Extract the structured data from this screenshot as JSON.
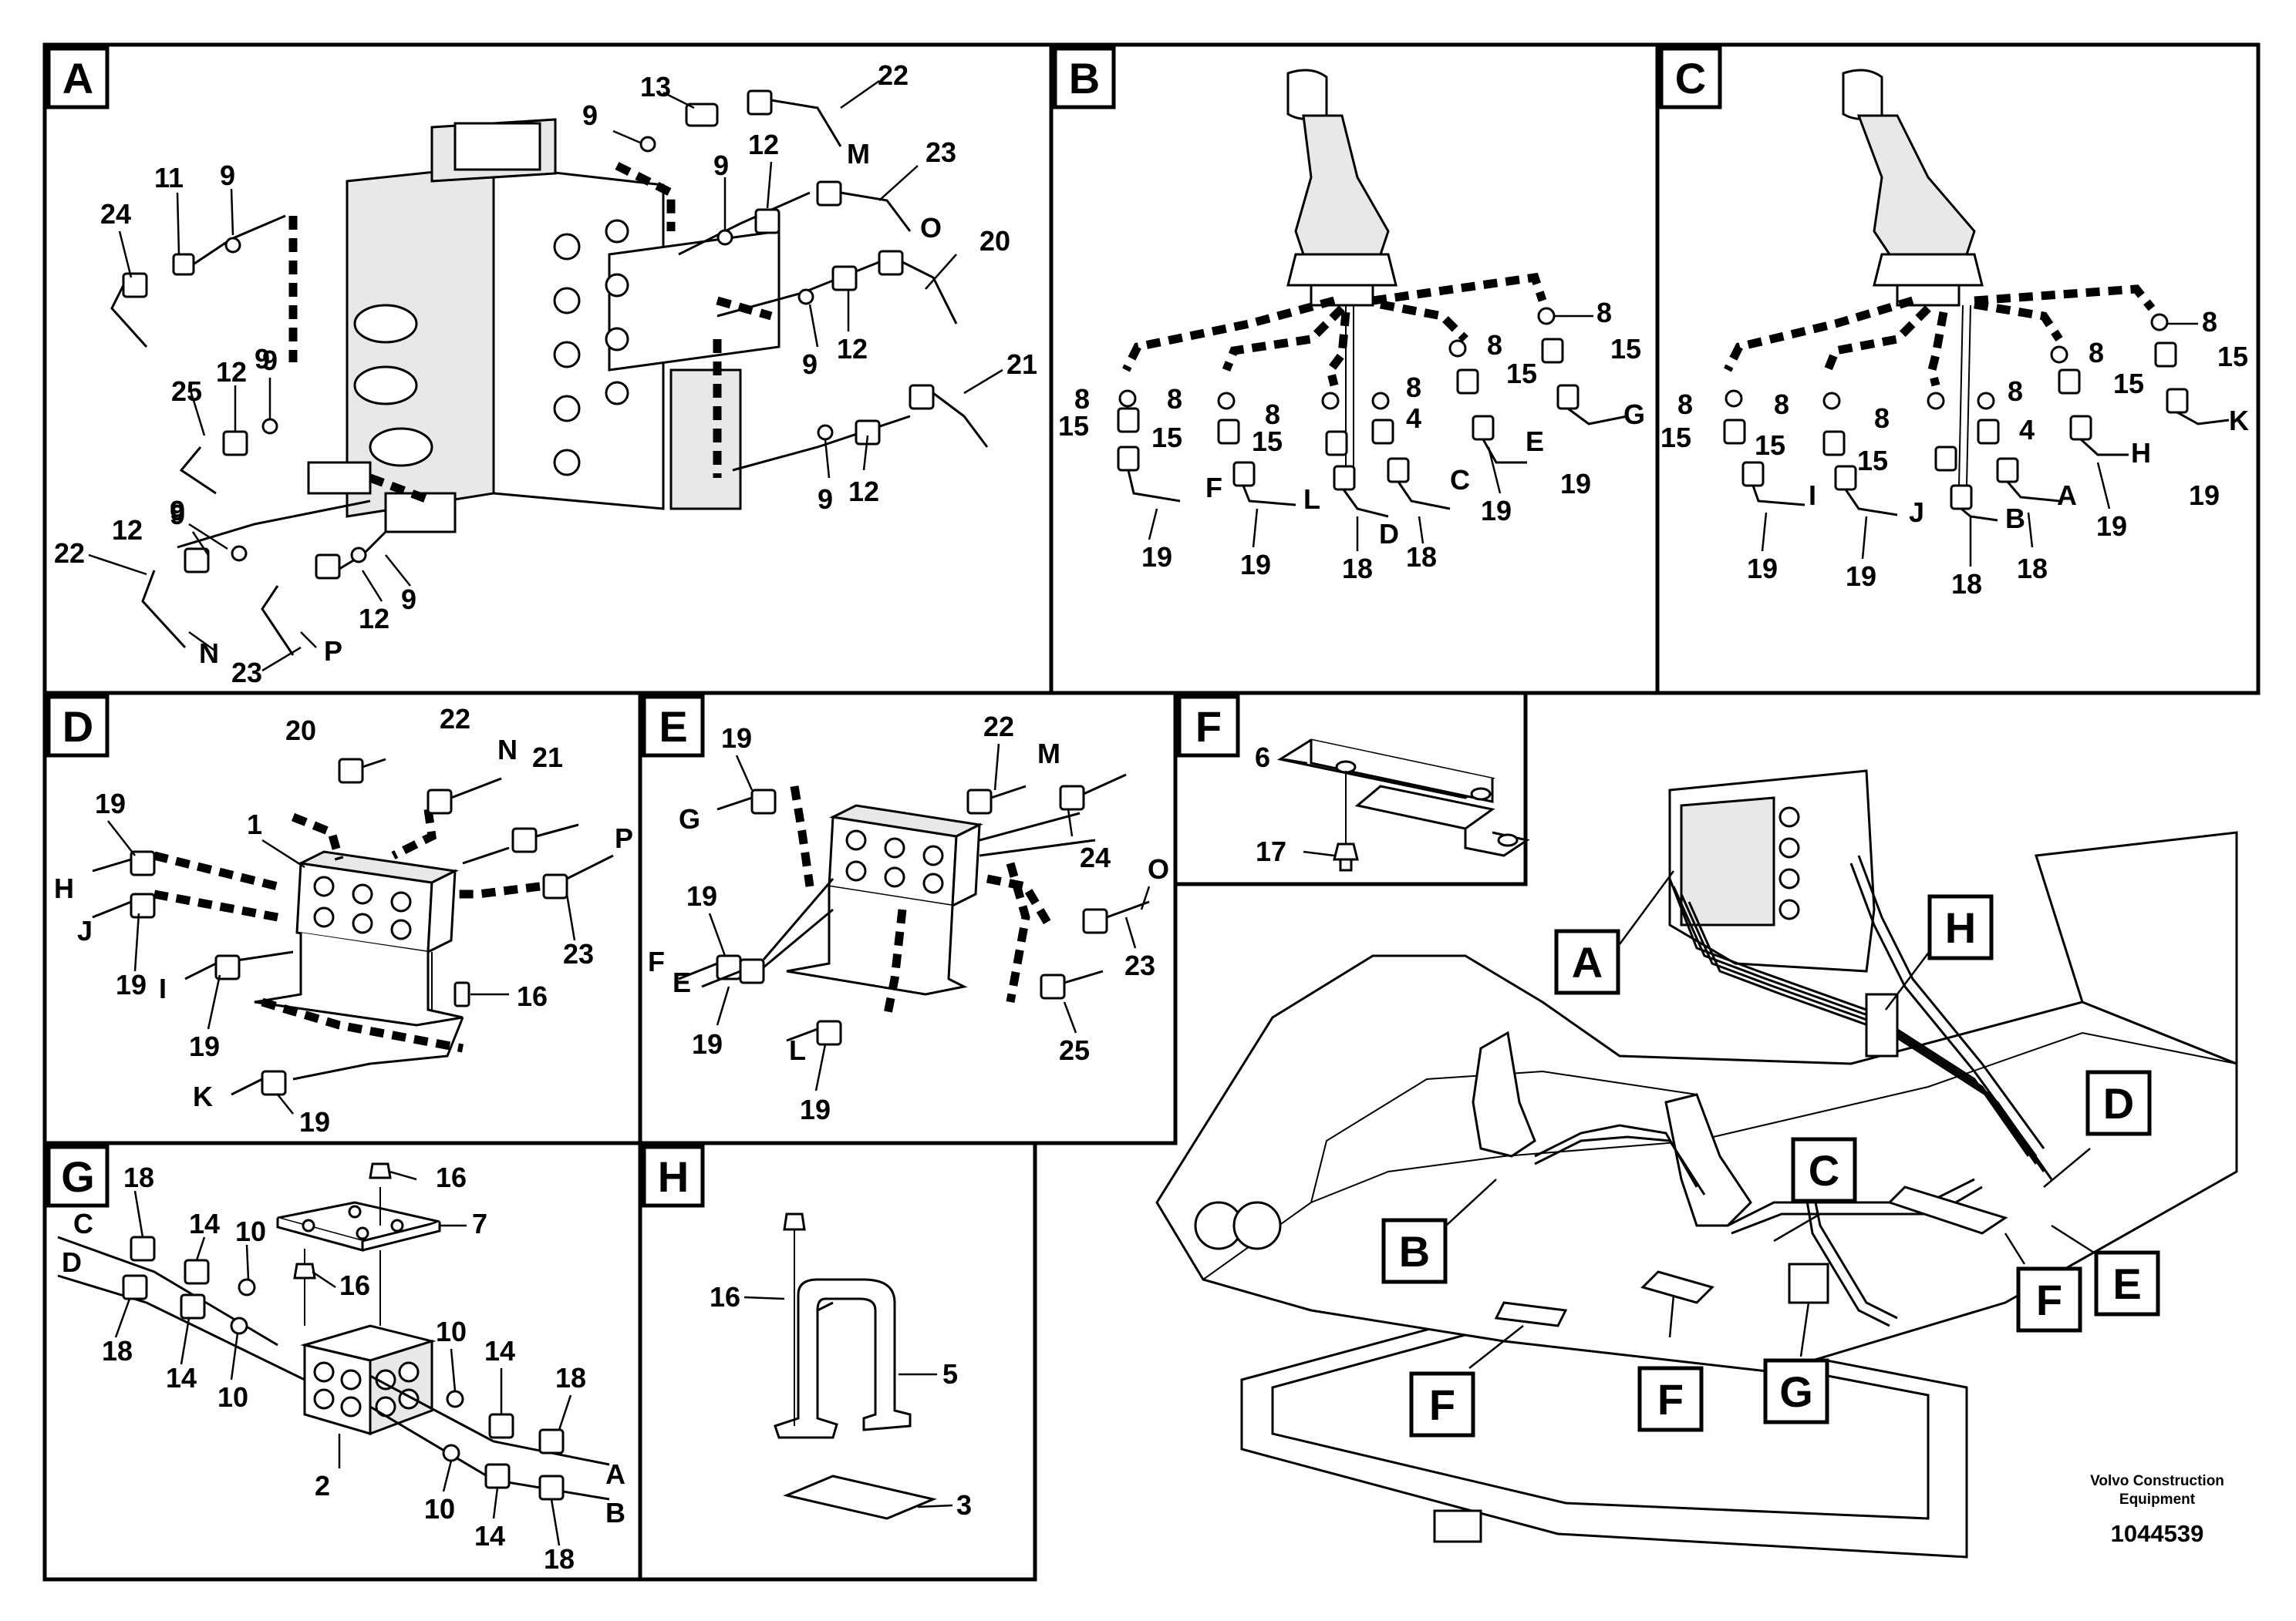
{
  "panels": {
    "A": {
      "tag": "A",
      "labels": [
        "13",
        "22",
        "9",
        "M",
        "23",
        "11",
        "9",
        "24",
        "9",
        "12",
        "O",
        "20",
        "9",
        "9",
        "12",
        "25",
        "12",
        "9",
        "21",
        "12",
        "9",
        "9",
        "12",
        "22",
        "9",
        "12",
        "N",
        "23",
        "P",
        "9"
      ]
    },
    "B": {
      "tag": "B",
      "labels": [
        "8",
        "8",
        "15",
        "8",
        "15",
        "8",
        "8",
        "8",
        "4",
        "15",
        "15",
        "15",
        "G",
        "F",
        "L",
        "C",
        "E",
        "19",
        "19",
        "19",
        "D",
        "18",
        "19",
        "18"
      ]
    },
    "C": {
      "tag": "C",
      "labels": [
        "8",
        "8",
        "15",
        "8",
        "15",
        "8",
        "8",
        "8",
        "4",
        "15",
        "15",
        "15",
        "K",
        "H",
        "I",
        "J",
        "A",
        "B",
        "19",
        "19",
        "19",
        "18",
        "18",
        "19"
      ]
    },
    "D": {
      "tag": "D",
      "labels": [
        "20",
        "22",
        "N",
        "21",
        "1",
        "P",
        "19",
        "H",
        "J",
        "19",
        "23",
        "I",
        "16",
        "19",
        "K",
        "19"
      ]
    },
    "E": {
      "tag": "E",
      "labels": [
        "19",
        "22",
        "M",
        "G",
        "24",
        "O",
        "19",
        "F",
        "E",
        "23",
        "19",
        "L",
        "25",
        "19"
      ]
    },
    "F": {
      "tag": "F",
      "labels": [
        "6",
        "17"
      ]
    },
    "G": {
      "tag": "G",
      "labels": [
        "18",
        "16",
        "C",
        "14",
        "10",
        "7",
        "D",
        "16",
        "18",
        "14",
        "10",
        "10",
        "14",
        "18",
        "10",
        "A",
        "2",
        "10",
        "14",
        "B",
        "18"
      ]
    },
    "H": {
      "tag": "H",
      "labels": [
        "16",
        "5",
        "3"
      ]
    }
  },
  "overview": {
    "callouts": [
      "A",
      "H",
      "D",
      "C",
      "B",
      "F",
      "E",
      "F",
      "F",
      "G"
    ]
  },
  "footer": {
    "credit_line1": "Volvo Construction",
    "credit_line2": "Equipment",
    "doc_number": "1044539"
  }
}
